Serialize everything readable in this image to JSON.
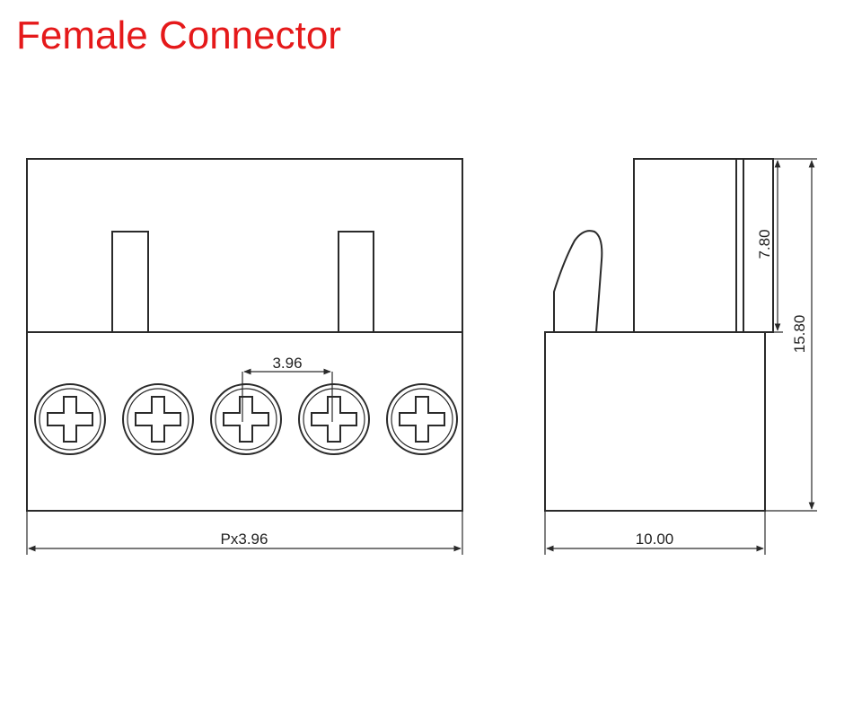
{
  "title": "Female Connector",
  "colors": {
    "title": "#e5191a",
    "line": "#2a2a2a",
    "background": "#ffffff"
  },
  "front_view": {
    "screw_count": 5,
    "screw_icon": "phillips-screw-icon",
    "pitch_label": "3.96",
    "width_label": "Px3.96"
  },
  "side_view": {
    "depth_label": "10.00",
    "upper_height_label": "7.80",
    "total_height_label": "15.80"
  }
}
